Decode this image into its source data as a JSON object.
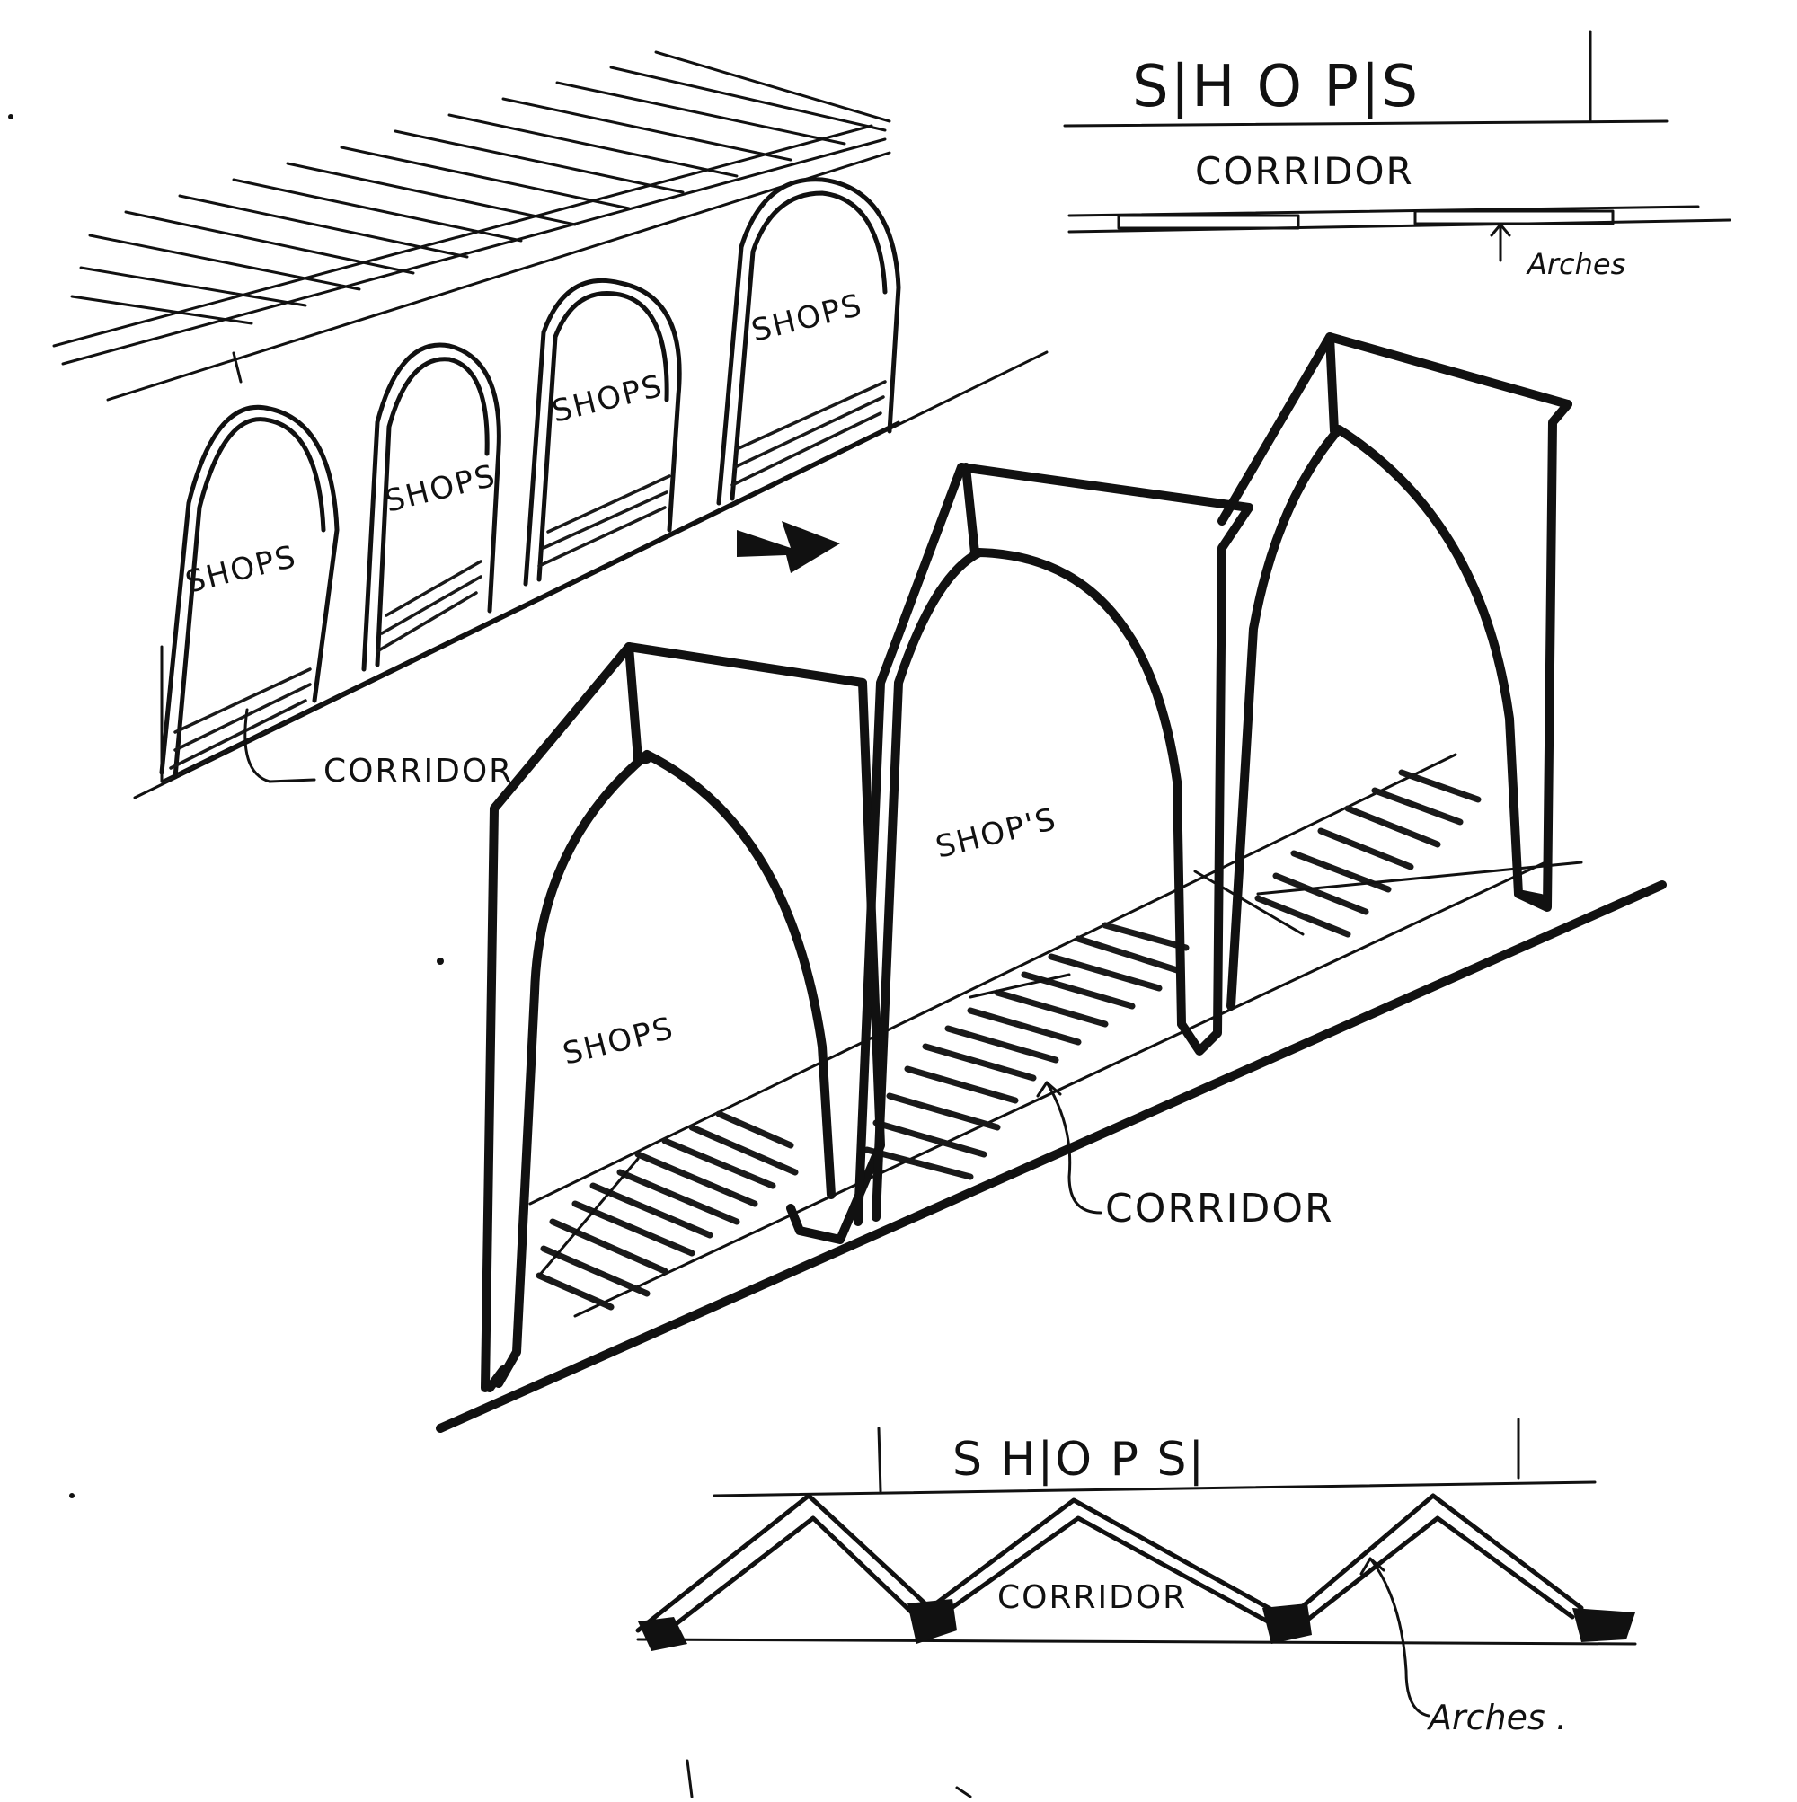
{
  "labels": {
    "shops": "SHOPS",
    "shops_alt": "SHOP'S",
    "corridor": "CORRIDOR",
    "arches": "Arches",
    "arches_dot": "Arches .",
    "plan_shops": "S|H O P|S",
    "plan_shops_bottom": "S H|O P S|"
  }
}
